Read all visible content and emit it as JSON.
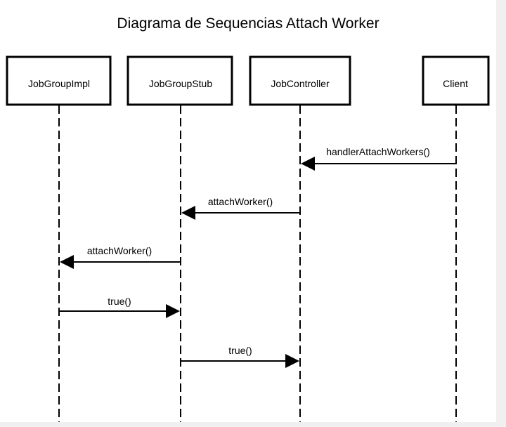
{
  "diagram": {
    "title": "Diagrama de Sequencias Attach Worker",
    "participants": [
      {
        "id": "jobgroupimpl",
        "label": "JobGroupImpl"
      },
      {
        "id": "jobgroupstub",
        "label": "JobGroupStub"
      },
      {
        "id": "jobcontroller",
        "label": "JobController"
      },
      {
        "id": "client",
        "label": "Client"
      }
    ],
    "messages": [
      {
        "from": "client",
        "to": "jobcontroller",
        "label": "handlerAttachWorkers()"
      },
      {
        "from": "jobcontroller",
        "to": "jobgroupstub",
        "label": "attachWorker()"
      },
      {
        "from": "jobgroupstub",
        "to": "jobgroupimpl",
        "label": "attachWorker()"
      },
      {
        "from": "jobgroupimpl",
        "to": "jobgroupstub",
        "label": "true()"
      },
      {
        "from": "jobgroupstub",
        "to": "jobcontroller",
        "label": "true()"
      }
    ]
  }
}
